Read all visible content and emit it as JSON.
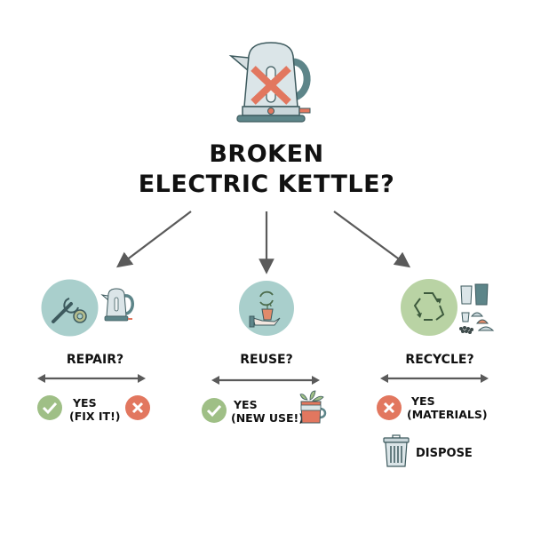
{
  "title": {
    "line1": "BROKEN",
    "line2": "ELECTRIC KETTLE?"
  },
  "colors": {
    "teal_circle": "#a9cfcc",
    "green_circle": "#b9d3a4",
    "check_green": "#9fbf86",
    "cross_red": "#e2775f",
    "arrow_gray": "#5a5a5a",
    "outline": "#3d5a5e"
  },
  "branches": [
    {
      "name": "repair",
      "question": "REPAIR?",
      "options": [
        {
          "icon": "check-icon",
          "text_line1": "YES",
          "text_line2": "(FIX IT!)"
        },
        {
          "icon": "cross-icon"
        }
      ]
    },
    {
      "name": "reuse",
      "question": "REUSE?",
      "options": [
        {
          "icon": "check-icon",
          "text_line1": "YES",
          "text_line2": "(NEW USE!)"
        },
        {
          "icon": "kettle-planter-icon"
        }
      ]
    },
    {
      "name": "recycle",
      "question": "RECYCLE?",
      "options": [
        {
          "icon": "cross-icon",
          "text_line1": "YES",
          "text_line2": "(MATERIALS)"
        },
        {
          "icon": "trash-icon",
          "text_line1": "DISPOSE"
        }
      ]
    }
  ]
}
